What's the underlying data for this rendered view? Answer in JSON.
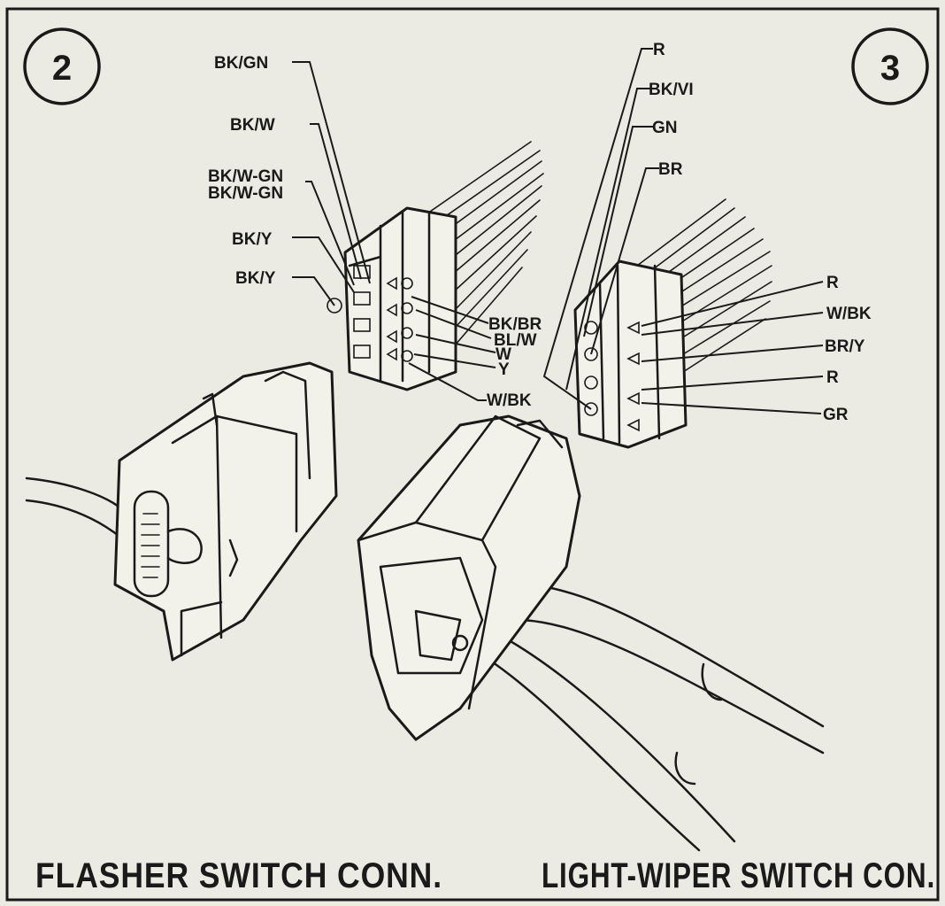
{
  "badges": {
    "left": "2",
    "right": "3"
  },
  "flasher": {
    "labels": [
      "BK/GN",
      "BK/W",
      "BK/W-GN",
      "BK/W-GN",
      "BK/Y",
      "BK/Y"
    ],
    "bottom_labels": [
      "BK/BR",
      "BL/W",
      "W",
      "Y",
      "W/BK"
    ]
  },
  "light_wiper": {
    "top_labels": [
      "R",
      "BK/VI",
      "GN",
      "BR"
    ],
    "side_labels": [
      "R",
      "W/BK",
      "BR/Y",
      "R",
      "GR"
    ]
  },
  "captions": {
    "left": "FLASHER SWITCH  CONN.",
    "right": "LIGHT-WIPER SWITCH CON."
  },
  "colors": {
    "paper": "#ebebe3",
    "ink": "#1a1a1a"
  }
}
